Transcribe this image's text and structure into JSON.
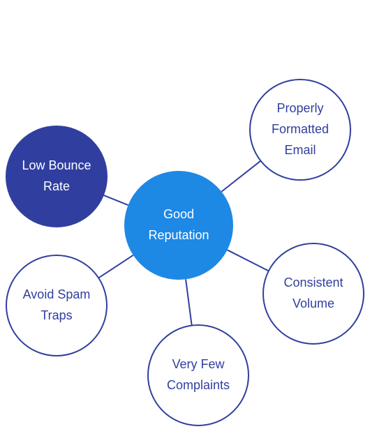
{
  "diagram": {
    "center": {
      "lines": [
        "Good",
        "Reputation"
      ],
      "fill": "#1e88e5",
      "text_color": "#ffffff"
    },
    "nodes": [
      {
        "id": "properly-formatted-email",
        "lines": [
          "Properly",
          "Formatted",
          "Email"
        ],
        "style": "outline"
      },
      {
        "id": "low-bounce-rate",
        "lines": [
          "Low Bounce",
          "Rate"
        ],
        "style": "filled"
      },
      {
        "id": "consistent-volume",
        "lines": [
          "Consistent",
          "Volume"
        ],
        "style": "outline"
      },
      {
        "id": "avoid-spam-traps",
        "lines": [
          "Avoid Spam",
          "Traps"
        ],
        "style": "outline"
      },
      {
        "id": "very-few-complaints",
        "lines": [
          "Very Few",
          "Complaints"
        ],
        "style": "outline"
      }
    ],
    "colors": {
      "outline_stroke": "#303f9f",
      "outline_text": "#303f9f",
      "filled_fill": "#303f9f",
      "filled_text": "#ffffff",
      "connector": "#303f9f"
    }
  }
}
